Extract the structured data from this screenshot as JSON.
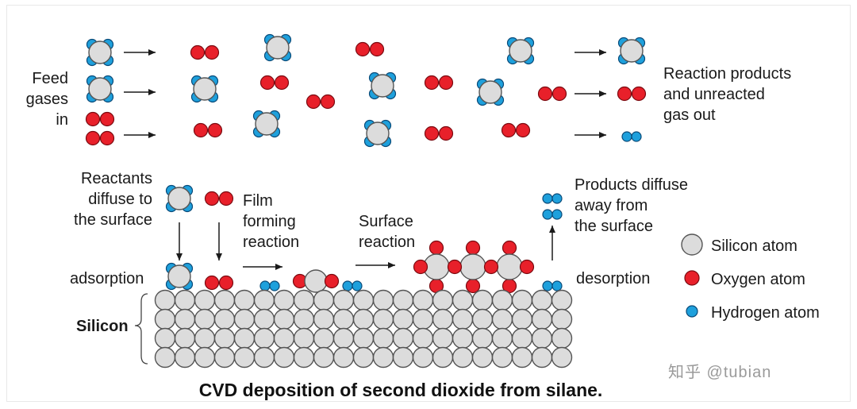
{
  "labels": {
    "feed_gases": "Feed\ngases\nin",
    "reaction_products": "Reaction products\nand unreacted\ngas out",
    "reactants_diffuse": "Reactants\ndiffuse to\nthe surface",
    "film_forming": "Film\nforming\nreaction",
    "surface_reaction": "Surface\nreaction",
    "products_diffuse": "Products diffuse\naway from\nthe surface",
    "adsorption": "adsorption",
    "desorption": "desorption",
    "silicon_brace": "Silicon"
  },
  "legend": [
    {
      "label": "Silicon atom",
      "kind": "silicon"
    },
    {
      "label": "Oxygen atom",
      "kind": "oxygen"
    },
    {
      "label": "Hydrogen atom",
      "kind": "hydrogen"
    }
  ],
  "caption": "CVD deposition of second dioxide from silane.",
  "watermark": "知乎 @tubian",
  "colors": {
    "silicon_fill": "#dcdcdc",
    "silicon_stroke": "#555555",
    "oxygen_fill": "#e8202a",
    "oxygen_stroke": "#7a0a10",
    "hydrogen_fill": "#1ea0dc",
    "hydrogen_stroke": "#0a4a78",
    "arrow": "#1a1a1a"
  }
}
